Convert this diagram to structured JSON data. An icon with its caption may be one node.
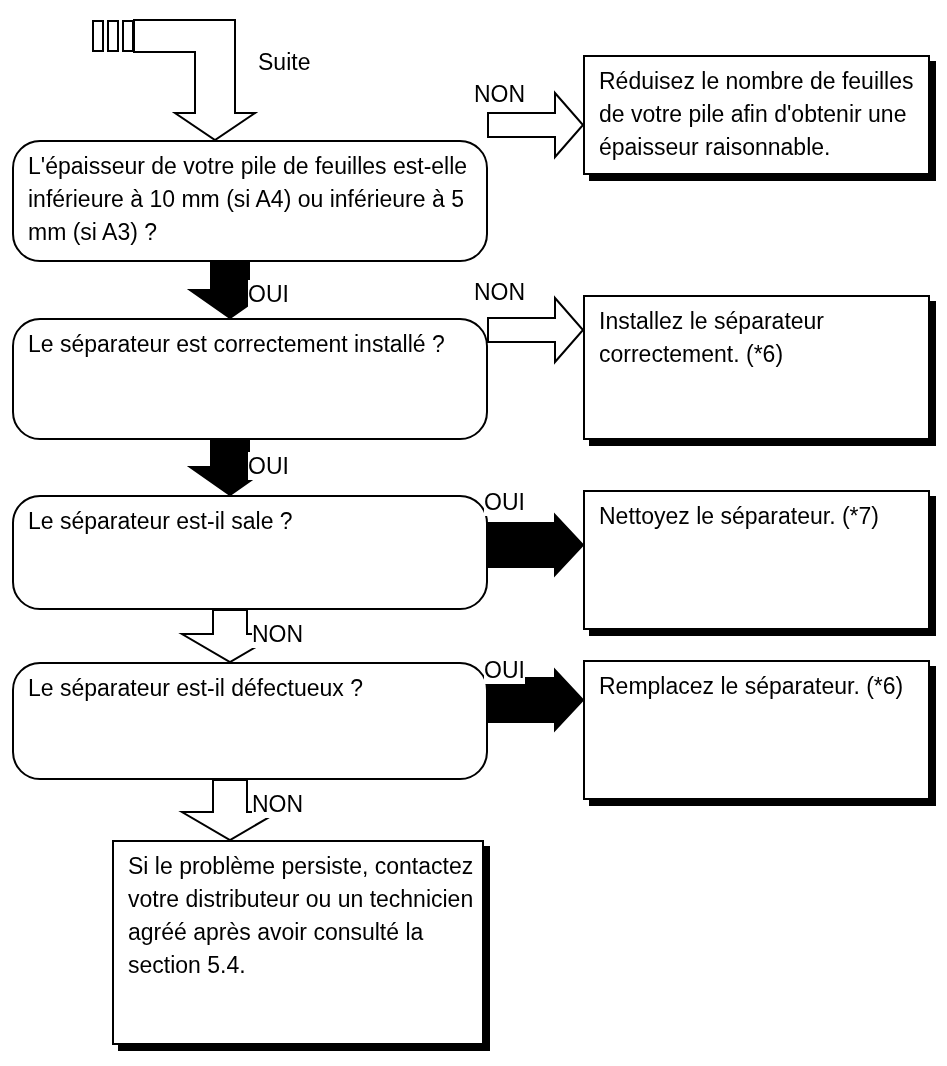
{
  "diagram": {
    "nodes": [
      {
        "text": [],
        "shape": "box"
      },
      {
        "text": [],
        "shape": "box"
      },
      {
        "text": [],
        "shape": "box"
      },
      {
        "text": [
          "L'épaisseur de votre pile de feuilles est-elle inférieure à 10 mm (si A4) ou inférieure à 5 mm (si A3) ?"
        ]
      },
      {
        "text": [
          "Réduisez le nombre de feuilles de votre pile afin d'obtenir une épaisseur raisonnable."
        ]
      },
      {
        "text": [
          "Le séparateur est correctement installé ?"
        ]
      },
      {
        "text": [
          "Installez le séparateur correctement. (*6)"
        ]
      },
      {
        "text": [
          "Le séparateur est-il sale ?"
        ]
      },
      {
        "text": [
          "Nettoyez le séparateur. (*7)"
        ]
      },
      {
        "text": [
          "Le séparateur est-il défectueux ?"
        ]
      },
      {
        "text": [
          "Remplacez le séparateur. (*6)"
        ]
      },
      {
        "text": [
          "Si le problème persiste, contactez votre distributeur ou un technicien agréé après avoir consulté la section 5.4."
        ]
      }
    ],
    "edges": [
      {
        "from": 2,
        "to": 3,
        "arrow": "to",
        "label": "Suite"
      },
      {
        "from": 3,
        "to": 4,
        "arrow": "to",
        "label": "NON"
      },
      {
        "from": 3,
        "to": 5,
        "arrow": "to",
        "label": "OUI",
        "style": "thick"
      },
      {
        "from": 5,
        "to": 6,
        "arrow": "to",
        "label": "NON"
      },
      {
        "from": 5,
        "to": 7,
        "arrow": "to",
        "label": "OUI",
        "style": "thick"
      },
      {
        "from": 7,
        "to": 8,
        "arrow": "to",
        "label": "OUI",
        "style": "thick"
      },
      {
        "from": 7,
        "to": 9,
        "arrow": "to",
        "label": "NON"
      },
      {
        "from": 9,
        "to": 10,
        "arrow": "to",
        "label": "OUI",
        "style": "thick"
      },
      {
        "from": 9,
        "to": 11,
        "arrow": "to",
        "label": "NON"
      }
    ]
  }
}
